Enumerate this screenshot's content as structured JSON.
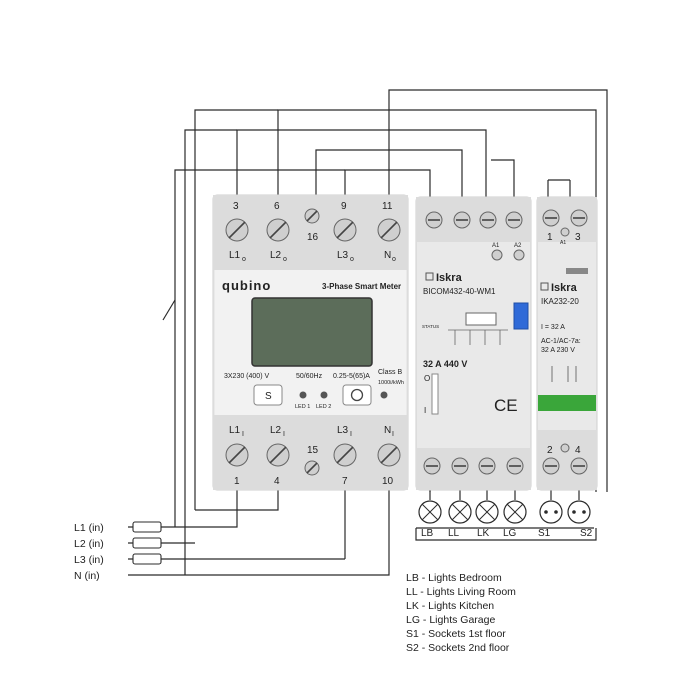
{
  "meter": {
    "brand": "qubino",
    "title": "3-Phase Smart Meter",
    "top_numbers": [
      "3",
      "6",
      "9",
      "11"
    ],
    "top_mid_number": "16",
    "top_labels": [
      "L1",
      "L2",
      "L3",
      "N"
    ],
    "top_subscript": "o",
    "bottom_numbers": [
      "1",
      "4",
      "7",
      "10"
    ],
    "bottom_mid_number": "15",
    "bottom_labels": [
      "L1",
      "L2",
      "L3",
      "N"
    ],
    "bottom_subscript": "I",
    "spec_voltage": "3X230 (400) V",
    "spec_freq": "50/60Hz",
    "spec_current": "0.25-5(65)A",
    "spec_class": "Class B",
    "spec_imp": "1000i/kWh",
    "s_button": "S",
    "led1": "LED 1",
    "led2": "LED 2"
  },
  "contactor1": {
    "brand": "Iskra",
    "model": "BICOM432-40-WM1",
    "status": "STATUS",
    "rating": "32 A 440 V",
    "switch_on": "I",
    "switch_off": "O",
    "ce": "CE",
    "a1": "A1",
    "a2": "A2"
  },
  "contactor2": {
    "brand": "Iskra",
    "model": "IKA232-20",
    "spec1": "I = 32 A",
    "spec2": "AC-1/AC-7a:",
    "spec3": "32 A 230 V",
    "top1": "1",
    "top3": "3",
    "bot2": "2",
    "bot4": "4",
    "a1": "A1"
  },
  "inputs": [
    "L1 (in)",
    "L2 (in)",
    "L3 (in)",
    "N (in)"
  ],
  "loads": [
    "LB",
    "LL",
    "LK",
    "LG",
    "S1",
    "S2"
  ],
  "legend": [
    "LB - Lights Bedroom",
    "LL - Lights Living Room",
    "LK - Lights Kitchen",
    "LG - Lights Garage",
    "S1 - Sockets 1st floor",
    "S2 - Sockets 2nd floor"
  ]
}
